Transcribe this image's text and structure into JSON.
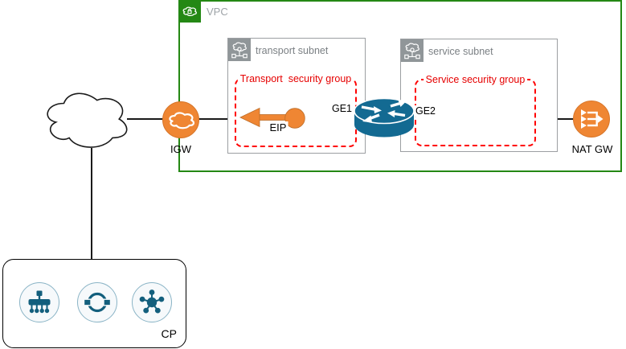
{
  "vpc": {
    "label": "VPC"
  },
  "transport_subnet": {
    "label": "transport subnet",
    "security_group_label": "Transport  security group"
  },
  "service_subnet": {
    "label": "service subnet",
    "security_group_label": "Service security group"
  },
  "router": {
    "interface_left": "GE1",
    "interface_right": "GE2"
  },
  "eip": {
    "label": "EIP"
  },
  "igw": {
    "label": "IGW"
  },
  "nat_gw": {
    "label": "NAT GW"
  },
  "cp": {
    "label": "CP"
  },
  "colors": {
    "vpc_green": "#248814",
    "aws_orange": "#ef8633",
    "security_red": "#ff0000",
    "router_blue": "#136a92",
    "cp_teal": "#135f7d",
    "subnet_gray": "#909699"
  }
}
